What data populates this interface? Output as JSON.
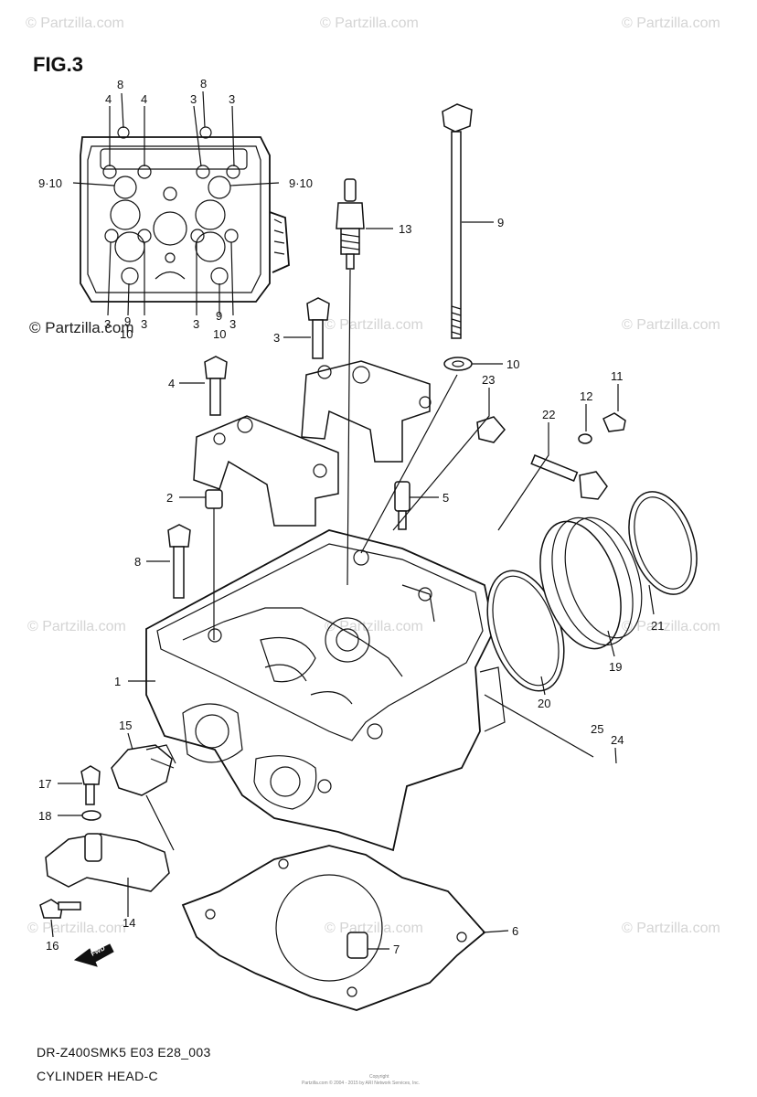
{
  "figure": {
    "label": "FIG.3",
    "model_code": "DR-Z400SMK5 E03 E28_003",
    "title": "CYLINDER HEAD-C",
    "fwd_label": "FWD",
    "copyright_small_1": "Copyright",
    "copyright_small_2": "Partzilla.com © 2004 - 2015 by ARI Network Services, Inc."
  },
  "watermarks": {
    "text": "© Partzilla.com",
    "dark_text": "© Partzilla.com"
  },
  "top_view_callouts": [
    "8",
    "4",
    "4",
    "8",
    "3",
    "3",
    "9·10",
    "9·10",
    "3",
    "9",
    "3",
    "3",
    "9",
    "3",
    "10",
    "10"
  ],
  "callouts": [
    "13",
    "9",
    "3",
    "10",
    "4",
    "11",
    "23",
    "12",
    "22",
    "2",
    "5",
    "8",
    "1",
    "21",
    "19",
    "20",
    "15",
    "25",
    "24",
    "17",
    "18",
    "14",
    "16",
    "6",
    "7"
  ],
  "colors": {
    "line": "#111111",
    "watermark": "#d4d4d4",
    "background": "#ffffff"
  }
}
